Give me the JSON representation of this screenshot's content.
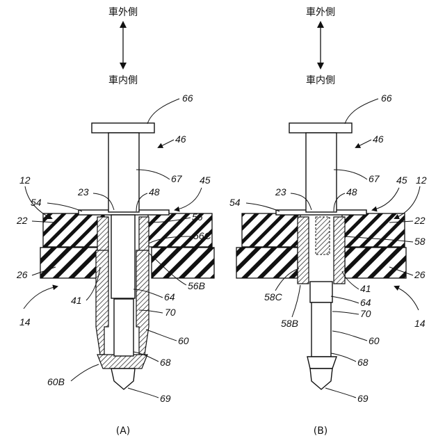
{
  "directions": {
    "outside": "車外側",
    "inside": "車内側"
  },
  "captions": {
    "a": "(A)",
    "b": "(B)"
  },
  "panel_a": {
    "refs": {
      "r66": "66",
      "r46": "46",
      "r67": "67",
      "r12": "12",
      "r45": "45",
      "r23": "23",
      "r48": "48",
      "r54": "54",
      "r56": "56",
      "r22": "22",
      "r56c": "56C",
      "r26": "26",
      "r56b": "56B",
      "r41": "41",
      "r64": "64",
      "r70": "70",
      "r14": "14",
      "r60": "60",
      "r68": "68",
      "r60b": "60B",
      "r69": "69"
    }
  },
  "panel_b": {
    "refs": {
      "r66": "66",
      "r46": "46",
      "r67": "67",
      "r45": "45",
      "r12": "12",
      "r23": "23",
      "r48": "48",
      "r54": "54",
      "r22": "22",
      "r58": "58",
      "r26": "26",
      "r58c": "58C",
      "r41": "41",
      "r64": "64",
      "r58b": "58B",
      "r70": "70",
      "r60": "60",
      "r14": "14",
      "r68": "68",
      "r69": "69"
    }
  }
}
